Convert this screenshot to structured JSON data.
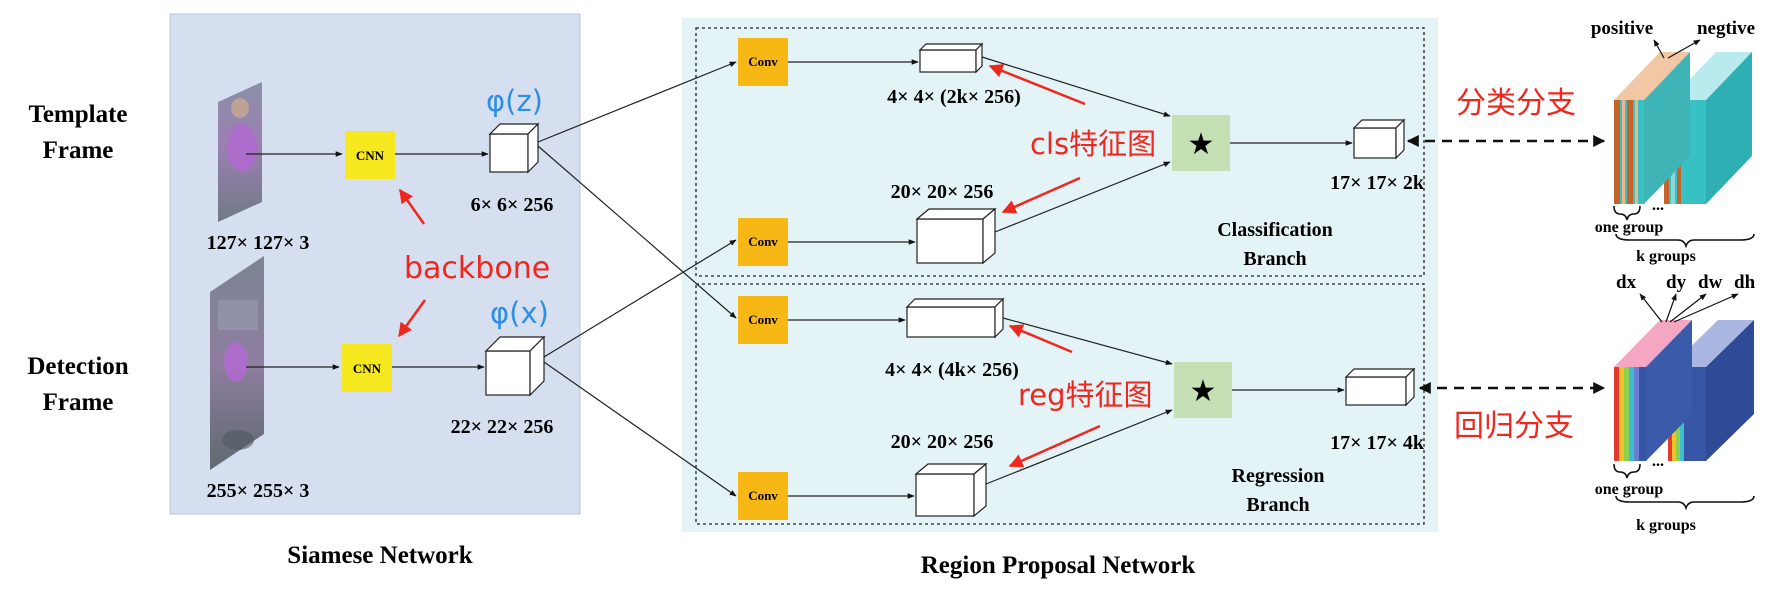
{
  "inputs": {
    "template_label_line1": "Template",
    "template_label_line2": "Frame",
    "detection_label_line1": "Detection",
    "detection_label_line2": "Frame",
    "template_size": "127× 127× 3",
    "detection_size": "255× 255× 3"
  },
  "siamese": {
    "title": "Siamese Network",
    "cnn_label": "CNN",
    "backbone_label": "backbone",
    "phi_z": "φ(z)",
    "phi_x": "φ(x)",
    "z_feature_size": "6× 6× 256",
    "x_feature_size": "22× 22× 256"
  },
  "rpn": {
    "title": "Region Proposal Network",
    "conv_label": "Conv",
    "cls_kernel_size": "4× 4× (2k× 256)",
    "cls_search_size": "20× 20× 256",
    "cls_feature_label": "cls特征图",
    "cls_output_size": "17× 17× 2k",
    "cls_branch_line1": "Classification",
    "cls_branch_line2": "Branch",
    "reg_kernel_size": "4× 4× (4k× 256)",
    "reg_search_size": "20× 20× 256",
    "reg_feature_label": "reg特征图",
    "reg_output_size": "17× 17× 4k",
    "reg_branch_line1": "Regression",
    "reg_branch_line2": "Branch",
    "star_symbol": "★"
  },
  "outputs": {
    "cls_branch_cn": "分类分支",
    "reg_branch_cn": "回归分支",
    "positive": "positive",
    "negative": "negtive",
    "one_group": "one group",
    "k_groups": "k groups",
    "ellipsis": "...",
    "dx": "dx",
    "dy": "dy",
    "dw": "dw",
    "dh": "dh"
  },
  "colors": {
    "siamese_bg": "#d6dff0",
    "rpn_bg": "#e3f3f6",
    "cnn_fill": "#f6e81e",
    "conv_fill": "#f7b815",
    "star_fill": "#c5e0b4",
    "annotation_red": "#f0271e",
    "annotation_blue": "#2d8ee8",
    "cls_orange": "#c4632a",
    "cls_teal": "#37c1c3",
    "reg_blue": "#3655a5"
  }
}
